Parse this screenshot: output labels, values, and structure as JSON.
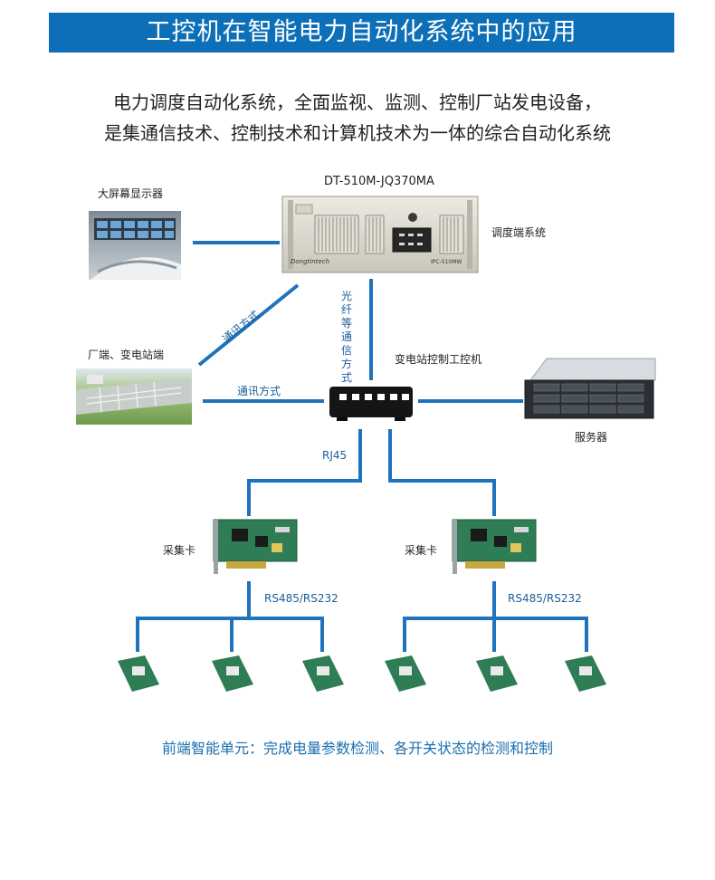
{
  "title": "工控机在智能电力自动化系统中的应用",
  "intro": {
    "line1": "电力调度自动化系统，全面监视、监测、控制厂站发电设备，",
    "line2": "是集通信技术、控制技术和计算机技术为一体的综合自动化系统"
  },
  "nodes": {
    "ipc_model": "DT-510M-JQ370MA",
    "ipc_brand": "Dongtintech",
    "ipc_badge": "IPC-510MW",
    "dispatch": "调度端系统",
    "screen": "大屏幕显示器",
    "plant": "厂端、变电站端",
    "substation_ipc": "变电站控制工控机",
    "server": "服务器",
    "daq_left": "采集卡",
    "daq_right": "采集卡"
  },
  "links": {
    "comm_diag": "通讯方式",
    "comm_horiz": "通讯方式",
    "fiber": "光纤等通信方式",
    "rj45": "RJ45",
    "rs_left": "RS485/RS232",
    "rs_right": "RS485/RS232"
  },
  "footer": "前端智能单元：完成电量参数检测、各开关状态的检测和控制",
  "colors": {
    "banner": "#0d6fb8",
    "line": "#1f73bd",
    "label_blue": "#1a5e9a",
    "footer": "#1a6fb0"
  }
}
